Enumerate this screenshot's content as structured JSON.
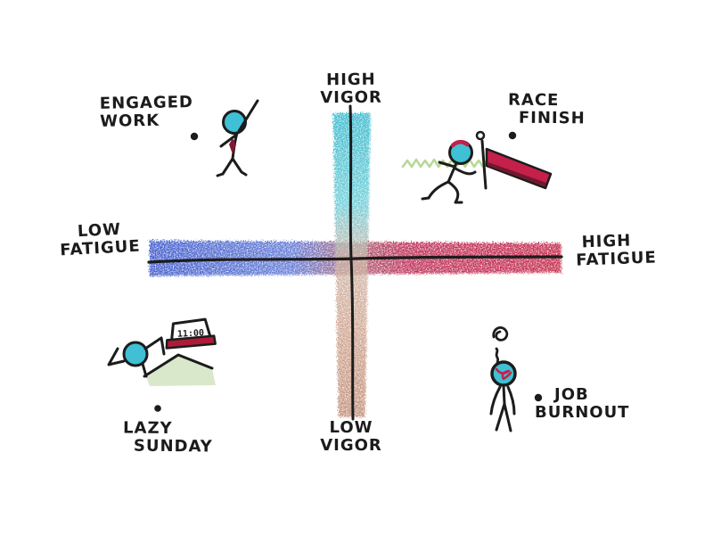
{
  "chart_data": {
    "type": "scatter",
    "title": "",
    "style": "hand-drawn quadrant chart",
    "x_axis": {
      "label": "FATIGUE",
      "min_label": "LOW FATIGUE",
      "max_label": "HIGH FATIGUE",
      "range": [
        -1,
        1
      ]
    },
    "y_axis": {
      "label": "VIGOR",
      "min_label": "LOW VIGOR",
      "max_label": "HIGH VIGOR",
      "range": [
        -1,
        1
      ]
    },
    "grid": false,
    "legend": false,
    "points": [
      {
        "label": "ENGAGED WORK",
        "fatigue": -0.78,
        "vigor": 0.84
      },
      {
        "label": "RACE FINISH",
        "fatigue": 0.76,
        "vigor": 0.85
      },
      {
        "label": "LAZY SUNDAY",
        "fatigue": -0.96,
        "vigor": -0.94
      },
      {
        "label": "JOB BURNOUT",
        "fatigue": 0.89,
        "vigor": -0.87
      }
    ]
  },
  "axes": {
    "top": {
      "line1": "HIGH",
      "line2": "VIGOR"
    },
    "bottom": {
      "line1": "LOW",
      "line2": "VIGOR"
    },
    "left": {
      "line1": "LOW",
      "line2": "FATIGUE"
    },
    "right": {
      "line1": "HIGH",
      "line2": "FATIGUE"
    }
  },
  "quadrants": {
    "top_left": {
      "line1": "ENGAGED",
      "line2": "WORK"
    },
    "top_right": {
      "line1": "RACE",
      "line2": "FINISH"
    },
    "bottom_left": {
      "line1": "LAZY",
      "line2": "SUNDAY"
    },
    "bottom_right": {
      "line1": "JOB",
      "line2": "BURNOUT"
    }
  },
  "clock": {
    "time": "11:00"
  },
  "colors": {
    "ink": "#1c1c1c",
    "axis_blue": "#3350c8",
    "axis_blue_mid": "#5b74d4",
    "axis_mix": "#a4586e",
    "axis_crimson": "#bb2550",
    "axis_crimson_deep": "#c01a40",
    "teal": "#2ab5ca",
    "teal_mid": "#66cbd6",
    "center_fade": "#cfb4a3",
    "salmon_mid": "#cda08b",
    "salmon_deep": "#bd8a73",
    "head_teal": "#3fc0d4",
    "grass": "#a9d184",
    "blanket": "#d9e8cb",
    "flag_red": "#c4204a",
    "maroon": "#6f182e",
    "tie_maroon": "#7e1a33",
    "clock_red": "#ae1b38"
  }
}
